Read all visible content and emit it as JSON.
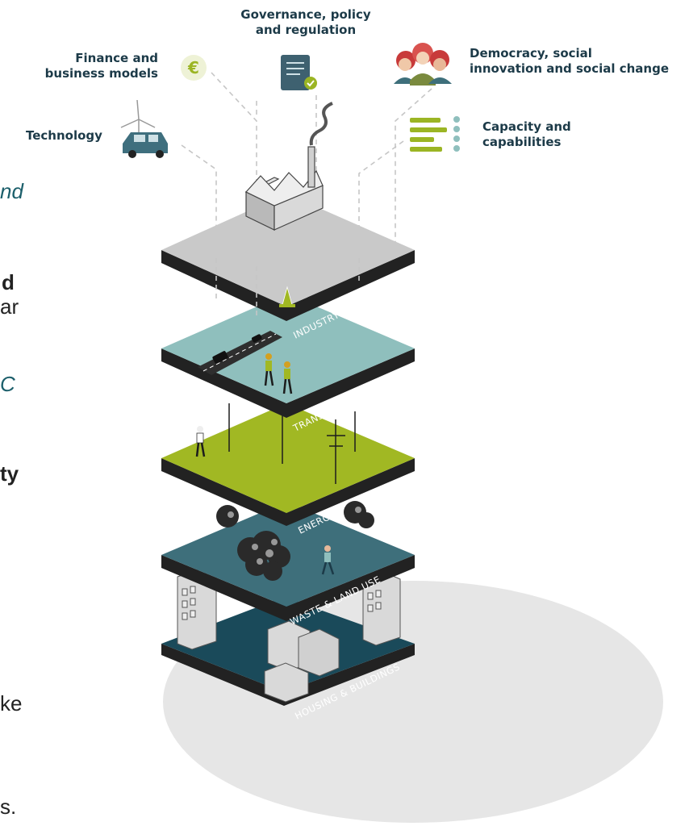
{
  "left_text_fragments": [
    {
      "text": "nd",
      "style": "italic"
    },
    {
      "text": "d",
      "style": "bold"
    },
    {
      "text": "ar",
      "style": "normal"
    },
    {
      "text": "C",
      "style": "italic"
    },
    {
      "text": "ty",
      "style": "bold"
    },
    {
      "text": "ke",
      "style": "normal"
    },
    {
      "text": "s.",
      "style": "normal"
    }
  ],
  "enablers": {
    "technology": {
      "label": "Technology",
      "icon": "car-and-wind-turbine-icon"
    },
    "finance": {
      "line1": "Finance and",
      "line2": "business models",
      "icon": "euro-coin-icon"
    },
    "governance": {
      "line1": "Governance, policy",
      "line2": "and regulation",
      "icon": "signed-document-icon"
    },
    "democracy": {
      "line1": "Democracy, social",
      "line2": "innovation and social change",
      "icon": "people-group-icon"
    },
    "capacity": {
      "line1": "Capacity and",
      "line2": "capabilities",
      "icon": "checklist-icon"
    }
  },
  "layers": [
    {
      "name": "INDUSTRY",
      "color": "#c9c9c9"
    },
    {
      "name": "TRANSPORT",
      "color": "#8fbfbd"
    },
    {
      "name": "ENERGY",
      "color": "#a1b823"
    },
    {
      "name": "WASTE & LAND USE",
      "color": "#3e6f7b"
    },
    {
      "name": "HOUSING & BUILDINGS",
      "color": "#1a4a5a"
    }
  ],
  "colors": {
    "dark_text": "#1c3a48",
    "shadow": "#e6e6e6",
    "layer_side": "#222222"
  }
}
